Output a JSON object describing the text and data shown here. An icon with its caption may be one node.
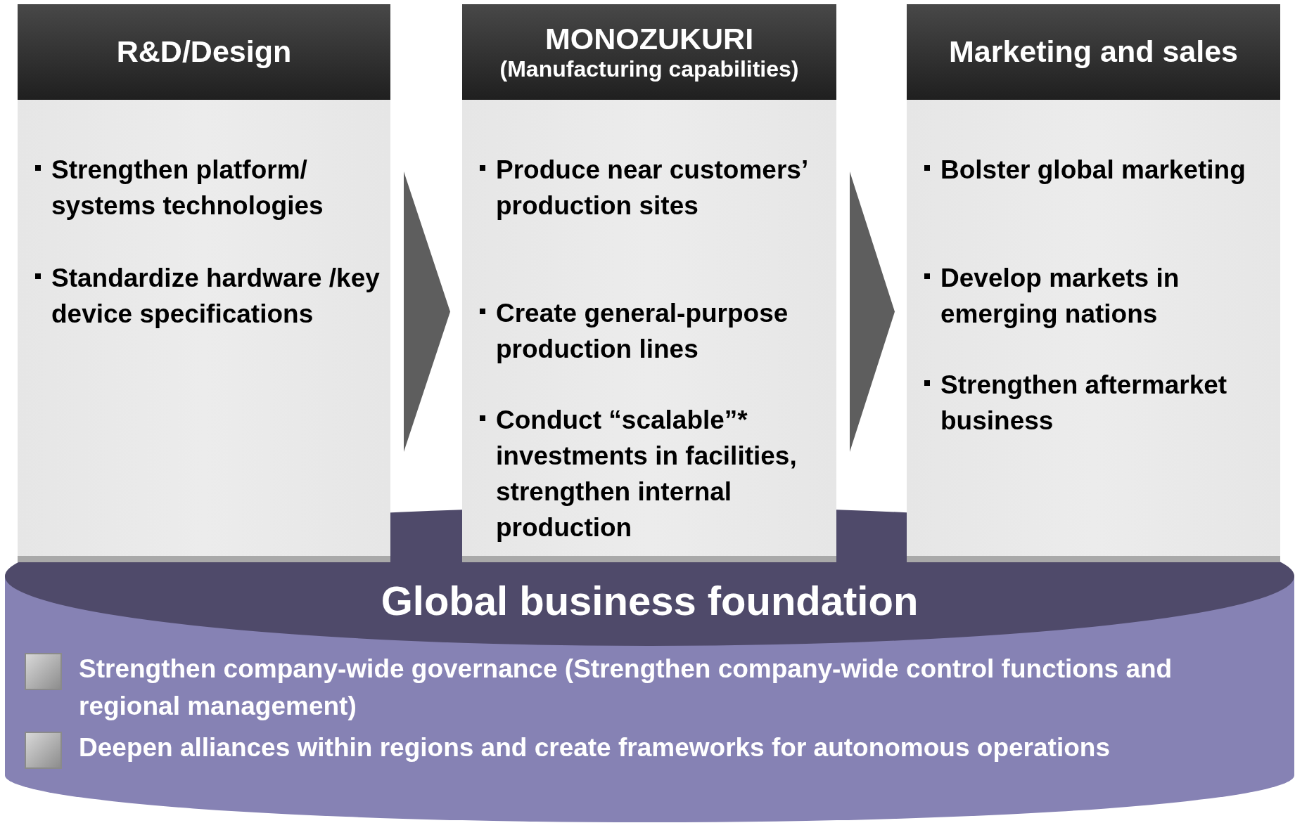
{
  "diagram": {
    "nodes": [
      {
        "text": [
          "R&D/Design",
          "Strengthen platform/ systems technologies",
          "Standardize hardware /key device specifications"
        ]
      },
      {
        "text": [
          "MONOZUKURI",
          "(Manufacturing capabilities)",
          "Produce near customers’ production sites",
          "Create general-purpose production lines",
          "Conduct “scalable”* investments in facilities, strengthen internal production"
        ]
      },
      {
        "text": [
          "Marketing and sales",
          "Bolster global marketing",
          "Develop markets in emerging nations",
          "Strengthen aftermarket business"
        ]
      },
      {
        "text": [
          "Global business foundation",
          "Strengthen company-wide governance (Strengthen company-wide control functions and regional management)",
          "Deepen alliances within regions and create frameworks for autonomous operations"
        ]
      }
    ],
    "edges": [
      {
        "from": 0,
        "to": 1,
        "arrow": "to"
      },
      {
        "from": 1,
        "to": 2,
        "arrow": "to"
      }
    ]
  }
}
